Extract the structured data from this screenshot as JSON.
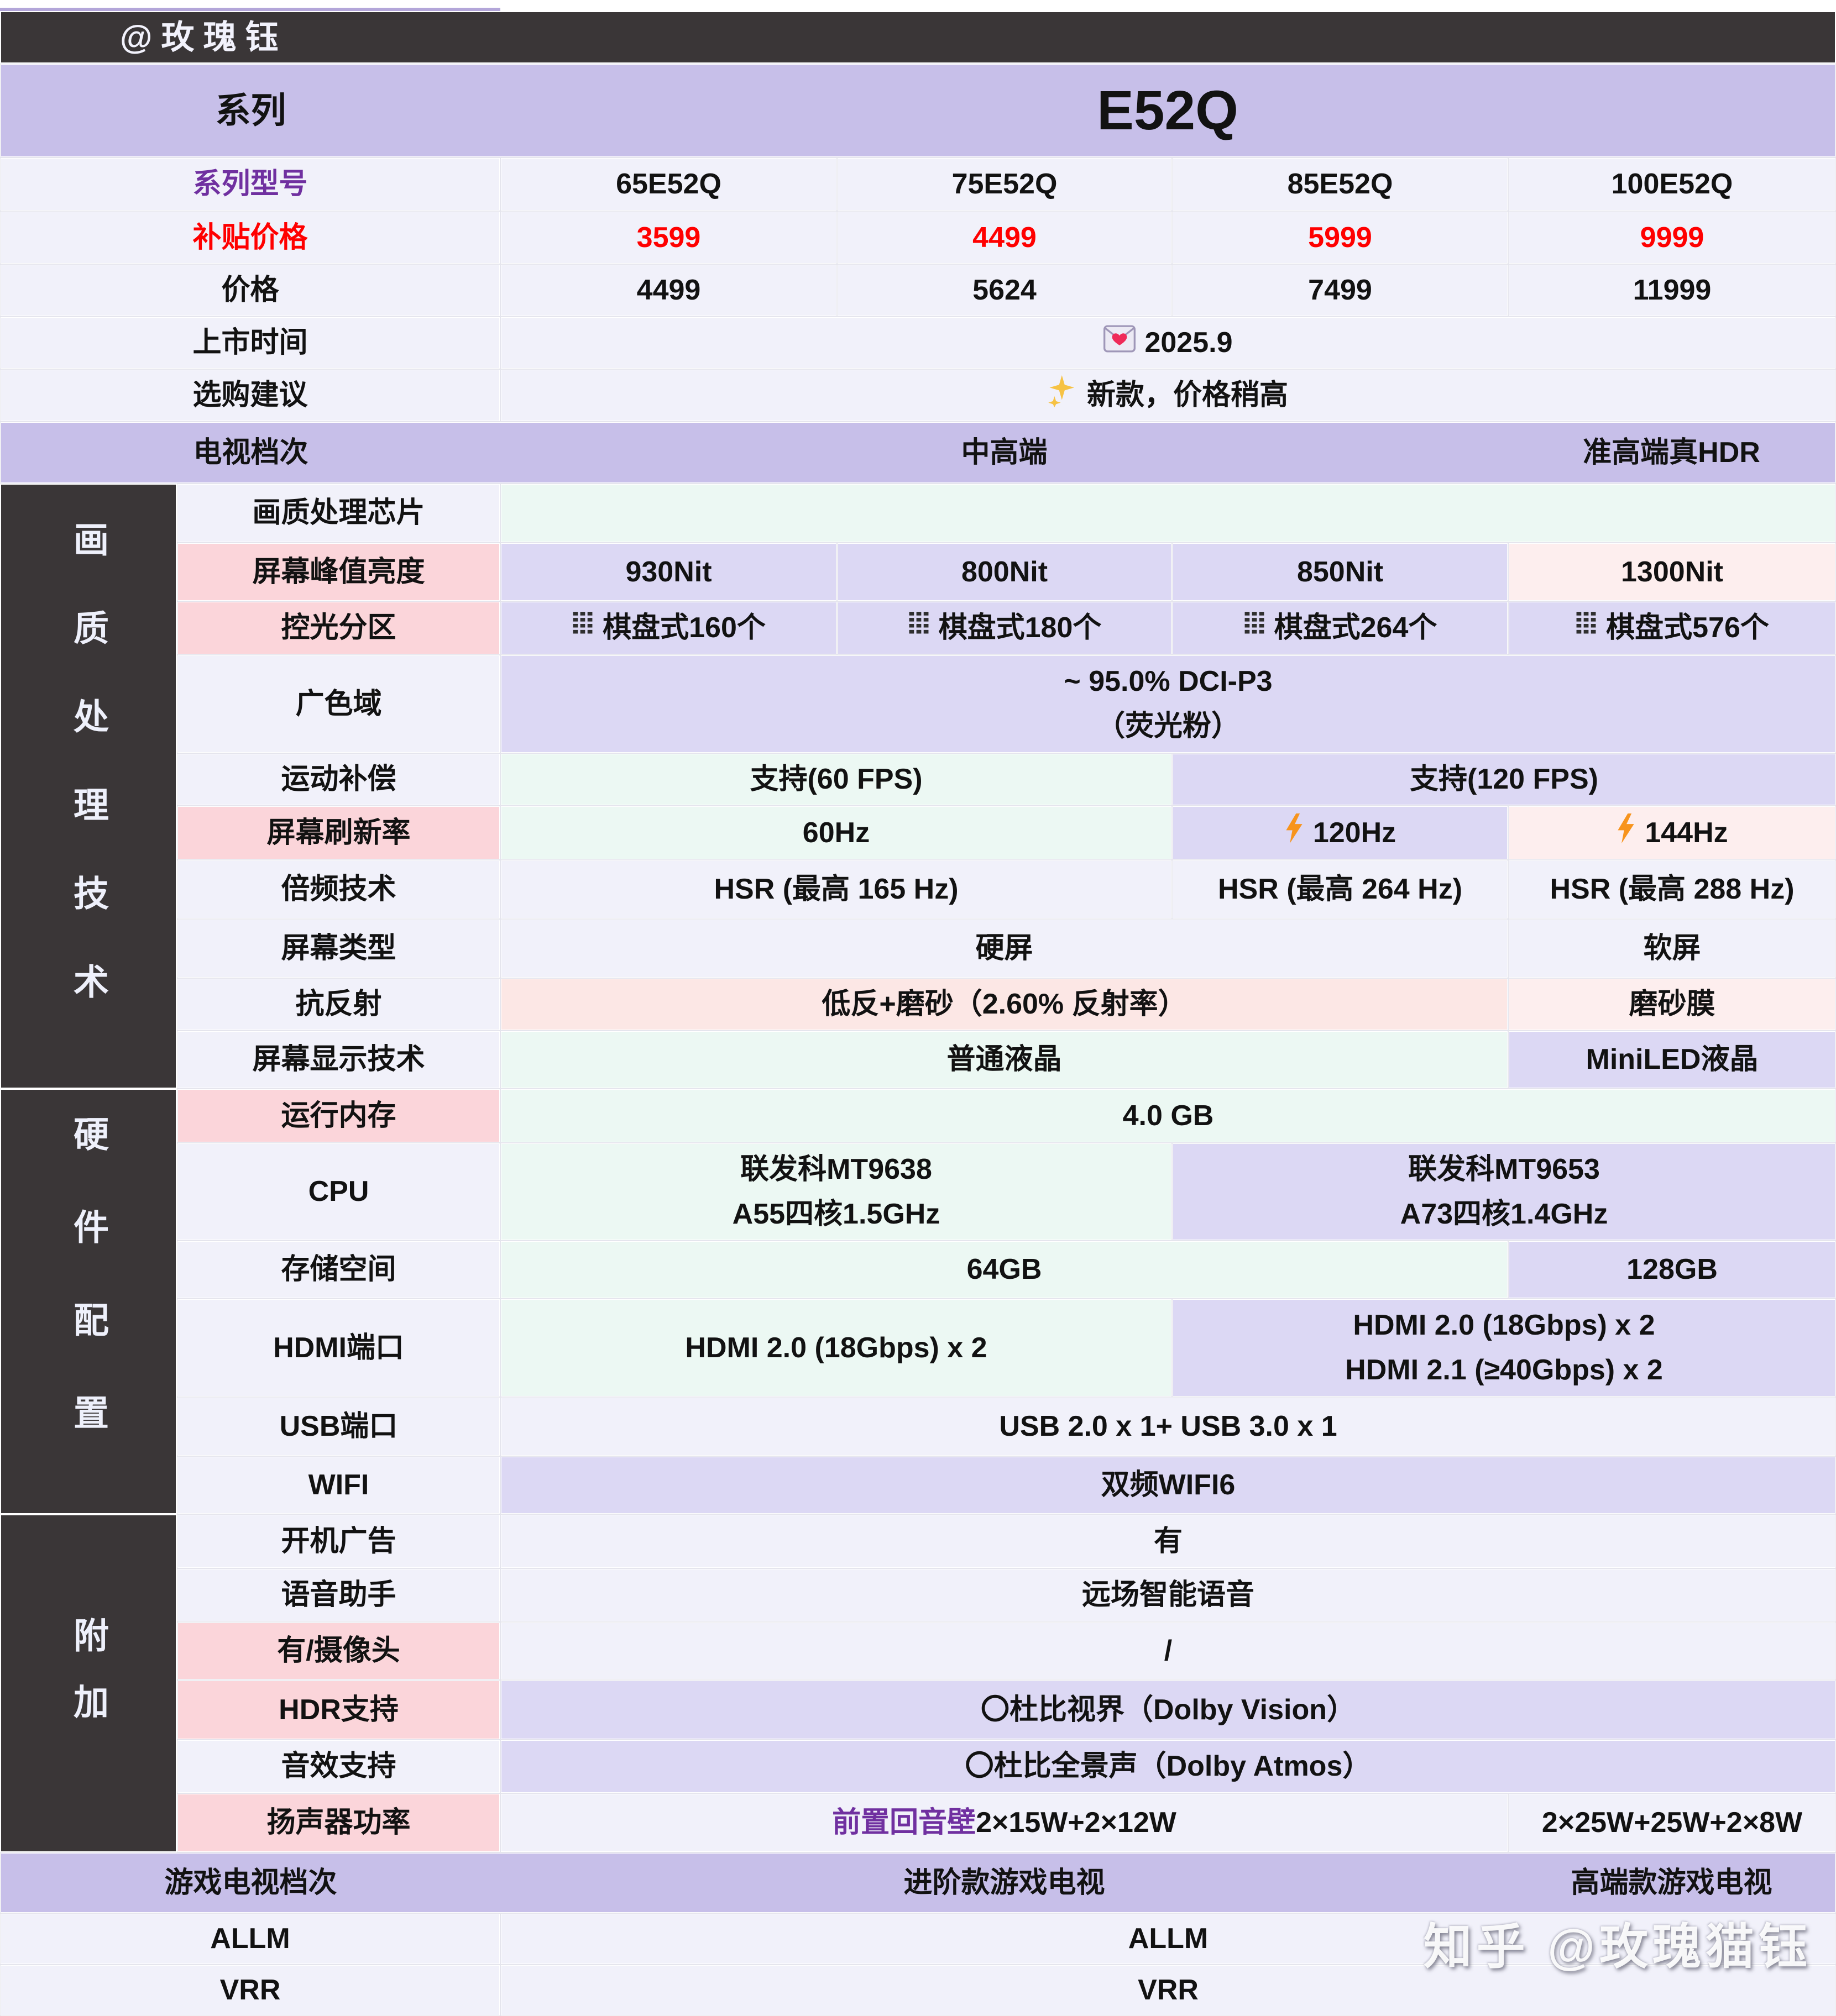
{
  "header": {
    "author_badge": "@玫瑰钰"
  },
  "series_row": {
    "label": "系列",
    "value": "E52Q"
  },
  "sidebar": {
    "sections": [
      {
        "label": "画质处理技术"
      },
      {
        "label": "硬件配置"
      },
      {
        "label": "附加"
      }
    ]
  },
  "icons": {
    "dimming": "checkerboard-icon",
    "refresh": "lightning-bolt-icon",
    "launch": "love-letter-icon",
    "advice": "sparkles-icon"
  },
  "colors": {
    "accent_purple": "#c7bfe9",
    "label_pink": "#fbd5da",
    "cell_lavender": "#dcd8f4",
    "cell_mint": "#ecf8f3",
    "cell_pink": "#fce7e5",
    "cell_pink_pale": "#fdeeee",
    "price_red": "#ff0000",
    "text_purple": "#7030a0",
    "dark_bar": "#3a3637",
    "bolt_orange": "#f7941d"
  },
  "rows": {
    "model": {
      "label": "系列型号",
      "values": [
        "65E52Q",
        "75E52Q",
        "85E52Q",
        "100E52Q"
      ]
    },
    "subsidy_price": {
      "label": "补贴价格",
      "values": [
        "3599",
        "4499",
        "5999",
        "9999"
      ]
    },
    "price": {
      "label": "价格",
      "values": [
        "4499",
        "5624",
        "7499",
        "11999"
      ]
    },
    "launch_date": {
      "label": "上市时间",
      "value": "2025.9"
    },
    "buying_advice": {
      "label": "选购建议",
      "value": "新款，价格稍高"
    },
    "tv_grade": {
      "label": "电视档次",
      "mid": "中高端",
      "high": "准高端真HDR"
    },
    "picture_chip": {
      "label": "画质处理芯片",
      "value": ""
    },
    "peak_brightness": {
      "label": "屏幕峰值亮度",
      "values": [
        "930Nit",
        "800Nit",
        "850Nit",
        "1300Nit"
      ]
    },
    "dimming_zones": {
      "label": "控光分区",
      "values": [
        "棋盘式160个",
        "棋盘式180个",
        "棋盘式264个",
        "棋盘式576个"
      ]
    },
    "color_gamut": {
      "label": "广色域",
      "line1": "~ 95.0% DCI-P3",
      "line2": "（荧光粉）"
    },
    "motion_comp": {
      "label": "运动补偿",
      "left": "支持(60 FPS)",
      "right": "支持(120 FPS)"
    },
    "refresh_rate": {
      "label": "屏幕刷新率",
      "left": "60Hz",
      "mid": "120Hz",
      "right": "144Hz"
    },
    "hsr": {
      "label": "倍频技术",
      "left": "HSR (最高 165 Hz)",
      "mid": "HSR (最高 264 Hz)",
      "right": "HSR (最高 288 Hz)"
    },
    "panel_type": {
      "label": "屏幕类型",
      "left": "硬屏",
      "right": "软屏"
    },
    "anti_reflection": {
      "label": "抗反射",
      "left": "低反+磨砂（2.60% 反射率）",
      "right": "磨砂膜"
    },
    "display_tech": {
      "label": "屏幕显示技术",
      "left": "普通液晶",
      "right": "MiniLED液晶"
    },
    "ram": {
      "label": "运行内存",
      "value": "4.0 GB"
    },
    "cpu": {
      "label": "CPU",
      "left_line1": "联发科MT9638",
      "left_line2": "A55四核1.5GHz",
      "right_line1": "联发科MT9653",
      "right_line2": "A73四核1.4GHz"
    },
    "storage": {
      "label": "存储空间",
      "left": "64GB",
      "right": "128GB"
    },
    "hdmi": {
      "label": "HDMI端口",
      "left": "HDMI 2.0 (18Gbps) x 2",
      "right_line1": "HDMI 2.0 (18Gbps) x 2",
      "right_line2": "HDMI 2.1 (≥40Gbps) x 2"
    },
    "usb": {
      "label": "USB端口",
      "value": "USB 2.0 x 1+ USB 3.0 x 1"
    },
    "wifi": {
      "label": "WIFI",
      "value": "双频WIFI6"
    },
    "boot_ads": {
      "label": "开机广告",
      "value": "有"
    },
    "voice_assistant": {
      "label": "语音助手",
      "value": "远场智能语音"
    },
    "camera": {
      "label": "有/摄像头",
      "value": "/"
    },
    "hdr_support": {
      "label": "HDR支持",
      "value": "〇杜比视界（Dolby Vision）"
    },
    "audio_support": {
      "label": "音效支持",
      "value": "〇杜比全景声（Dolby Atmos）"
    },
    "speaker_power": {
      "label": "扬声器功率",
      "left_highlight": "前置回音壁",
      "left_rest": "2×15W+2×12W",
      "right": "2×25W+25W+2×8W"
    },
    "game_tv_grade": {
      "label": "游戏电视档次",
      "mid": "进阶款游戏电视",
      "high": "高端款游戏电视"
    },
    "allm": {
      "label": "ALLM",
      "value": "ALLM"
    },
    "vrr": {
      "label": "VRR",
      "value": "VRR"
    }
  },
  "watermark": "知乎 @玫瑰猫钰"
}
